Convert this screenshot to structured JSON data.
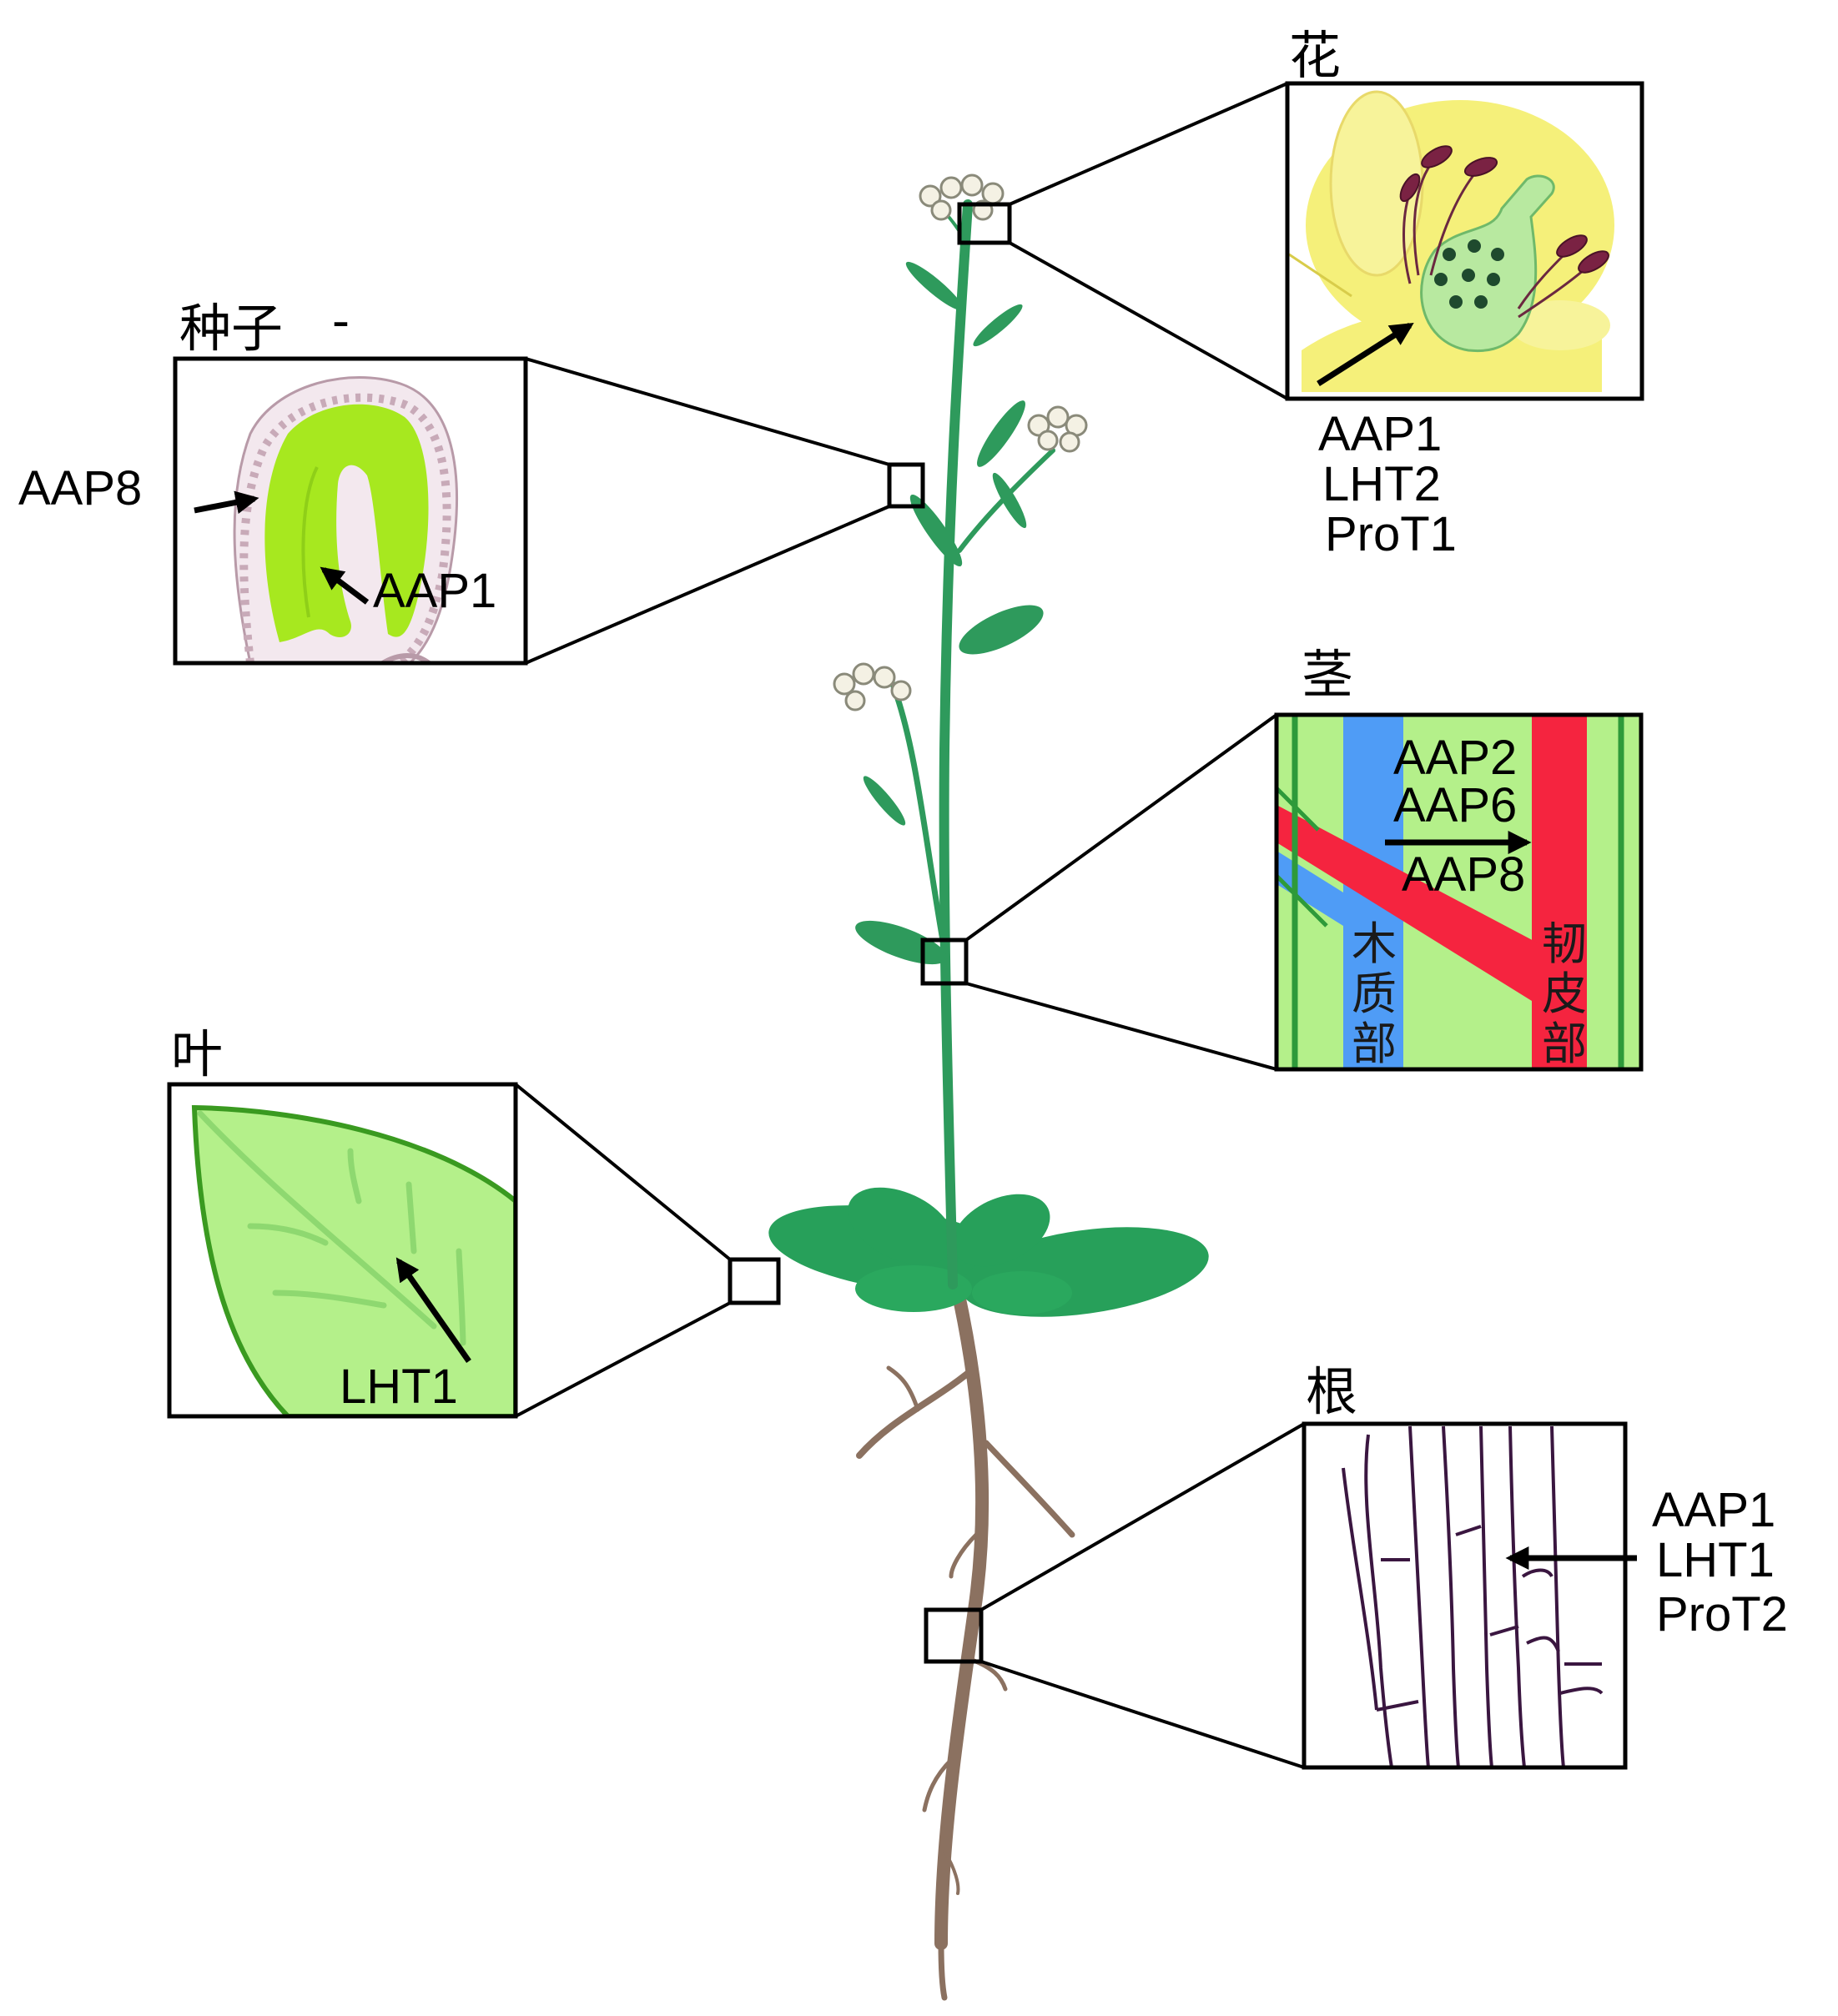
{
  "organs": {
    "flower": {
      "label": "花",
      "genes": [
        "AAP1",
        "LHT2",
        "ProT1"
      ]
    },
    "seed": {
      "label": "种子",
      "mark": "-",
      "genes_outer": "AAP8",
      "genes_inner": "AAP1"
    },
    "stem": {
      "label": "茎",
      "genes": [
        "AAP2",
        "AAP6",
        "AAP8"
      ],
      "xylem": [
        "木",
        "质",
        "部"
      ],
      "phloem": [
        "韧",
        "皮",
        "部"
      ]
    },
    "leaf": {
      "label": "叶",
      "genes": "LHT1"
    },
    "root": {
      "label": "根",
      "genes": [
        "AAP1",
        "LHT1",
        "ProT2"
      ]
    }
  },
  "colors": {
    "stem_green": "#2e9a5c",
    "leaf_green": "#27a05a",
    "root_brown": "#8b7160",
    "seed_green": "#a7e81f",
    "flower_yellow": "#f5f07a",
    "xylem_blue": "#4f9cf6",
    "phloem_red": "#f5243f",
    "inset_leaf": "#b4f08a"
  }
}
